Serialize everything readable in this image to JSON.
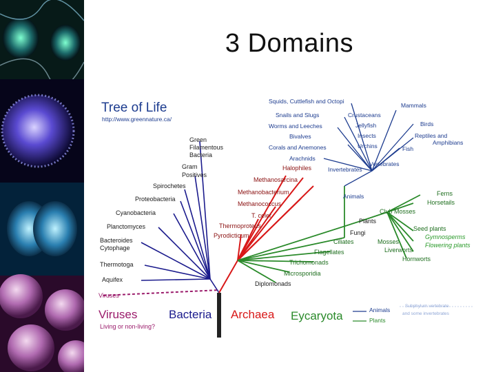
{
  "slide": {
    "title": "3 Domains"
  },
  "sidebar_images": [
    "fluorescent-cells",
    "spiky-virus-cell",
    "dividing-cell",
    "pink-cells"
  ],
  "colors": {
    "bacteria": "#1a1a8c",
    "archaea": "#d81818",
    "eukarya": "#2a8a2a",
    "viruses": "#9a1a6a",
    "text_blue": "#1d3c8f"
  },
  "tree": {
    "title": "Tree of Life",
    "url": "http://www.greennature.ca/",
    "domains": {
      "viruses": "Viruses",
      "bacteria": "Bacteria",
      "archaea": "Archaea",
      "eucarya": "Eycaryota"
    },
    "living_q": "Living or non-living?",
    "bacteria": [
      "Green",
      "Filamentous",
      "Bacteria",
      "Gram",
      "Positives",
      "Spirochetes",
      "Proteobacteria",
      "Cyanobacteria",
      "Planctomyces",
      "Bacteroides",
      "Cytophage",
      "Thermotoga",
      "Aquifex"
    ],
    "viruses_branch": "Viruses",
    "archaea": [
      "Halophiles",
      "Methanosarcina",
      "Methanobacterium",
      "Methanococcus",
      "T. celer",
      "Thermoproteus",
      "Pyrodicticum"
    ],
    "eukarya": [
      "Squids, Cuttlefish and Octopi",
      "Mammals",
      "Snails and Slugs",
      "Crustaceans",
      "Birds",
      "Worms and Leeches",
      "Jellyfish",
      "Reptiles and",
      "Amphibians",
      "Bivalves",
      "Insects",
      "Corals and Anemones",
      "Urchins",
      "Fish",
      "Arachnids",
      "Vertebrates",
      "Invertebrates",
      "Animals",
      "Ferns",
      "Horsetails",
      "Club Mosses",
      "Plants",
      "Seed plants",
      "Gymnosperms",
      "Flowering plants",
      "Fungi",
      "Mosses",
      "Ciliates",
      "Liverworts",
      "Hornworts",
      "Flagellates",
      "Trichomonads",
      "Microsporidia",
      "Diplomonads"
    ],
    "legend": {
      "animals": "Animals",
      "plants": "Plants",
      "sub1": "Subphylum vertebrate",
      "sub2": "and some invertebrates"
    }
  }
}
